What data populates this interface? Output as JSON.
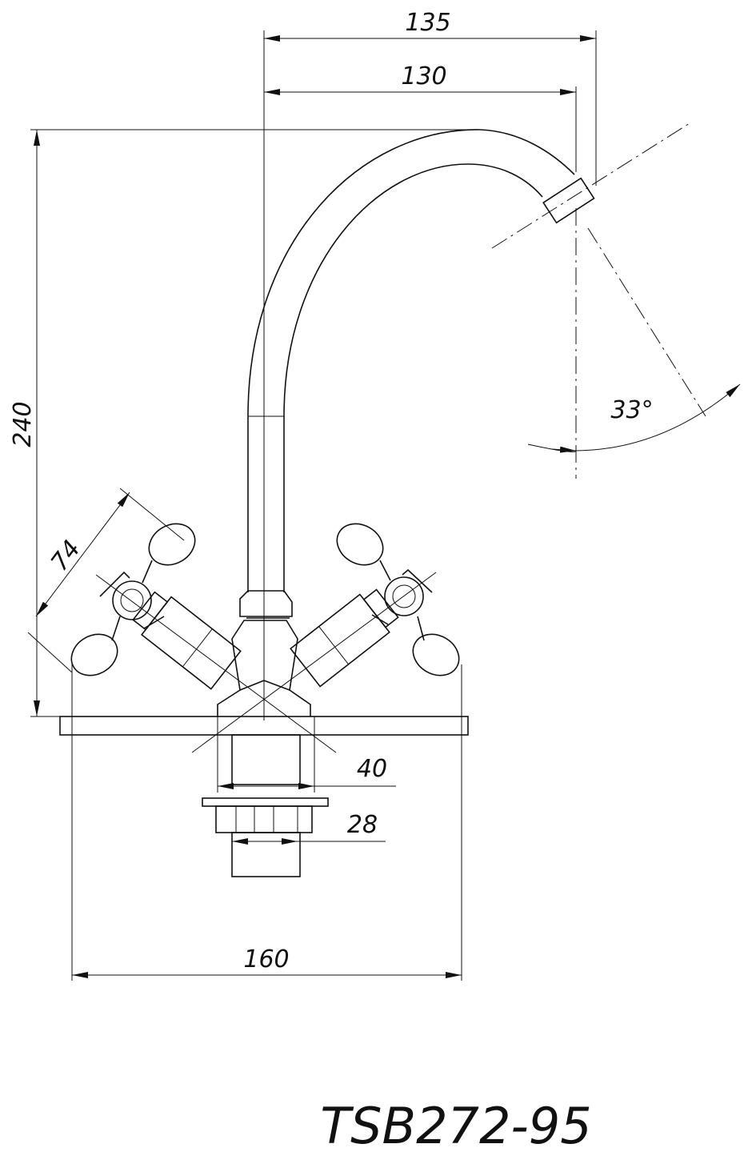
{
  "drawing": {
    "model": "TSB272-95",
    "dimensions": {
      "spout_reach_outer": "135",
      "spout_reach_inner": "130",
      "height": "240",
      "handle_span": "74",
      "swivel_angle": "33°",
      "body_base_width": "40",
      "thread_diameter": "28",
      "base_width": "160"
    }
  }
}
